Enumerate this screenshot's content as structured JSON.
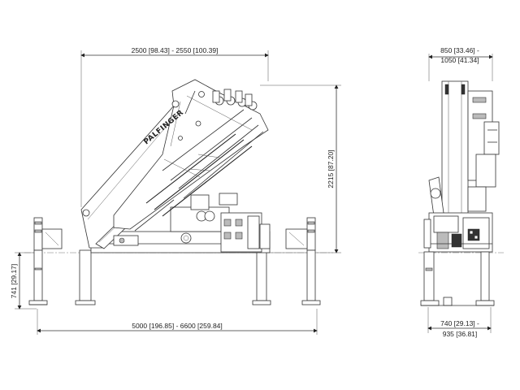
{
  "brand": {
    "logo_text": "PALFINGER"
  },
  "dimensions": {
    "side_width": "2500  [98.43] - 2550  [100.39]",
    "side_height": "2215  [87.20]",
    "side_leg_height": "741  [29.17]",
    "side_outrigger_span": "5000  [196.85] - 6600  [259.84]",
    "end_width_line1": "850  [33.46] -",
    "end_width_line2": "1050  [41.34]",
    "end_base_line1": "740  [29.13] -",
    "end_base_line2": "935  [36.81]"
  },
  "colors": {
    "line": "#333333",
    "background": "#ffffff"
  }
}
